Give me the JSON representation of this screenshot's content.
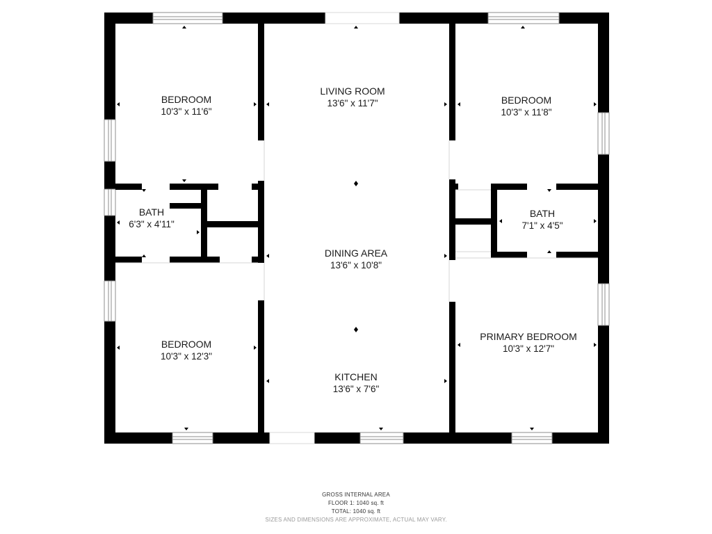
{
  "colors": {
    "wall": "#000000",
    "window_frame": "#9a9a9a",
    "background": "#ffffff",
    "text": "#1a1a1a"
  },
  "rooms": {
    "bedroom_top_left": {
      "name": "BEDROOM",
      "dims": "10'3\" x 11'6\""
    },
    "living_room": {
      "name": "LIVING ROOM",
      "dims": "13'6\" x 11'7\""
    },
    "bedroom_top_right": {
      "name": "BEDROOM",
      "dims": "10'3\" x 11'8\""
    },
    "bath_left": {
      "name": "BATH",
      "dims": "6'3\" x 4'11\""
    },
    "dining_area": {
      "name": "DINING AREA",
      "dims": "13'6\" x 10'8\""
    },
    "bath_right": {
      "name": "BATH",
      "dims": "7'1\" x 4'5\""
    },
    "bedroom_bottom_left": {
      "name": "BEDROOM",
      "dims": "10'3\" x 12'3\""
    },
    "primary_bedroom": {
      "name": "PRIMARY BEDROOM",
      "dims": "10'3\" x 12'7\""
    },
    "kitchen": {
      "name": "KITCHEN",
      "dims": "13'6\" x 7'6\""
    }
  },
  "footer": {
    "heading": "GROSS INTERNAL AREA",
    "floor": "FLOOR 1: 1040 sq. ft",
    "total": "TOTAL: 1040 sq. ft",
    "disclaimer": "SIZES AND DIMENSIONS ARE APPROXIMATE, ACTUAL MAY VARY."
  }
}
